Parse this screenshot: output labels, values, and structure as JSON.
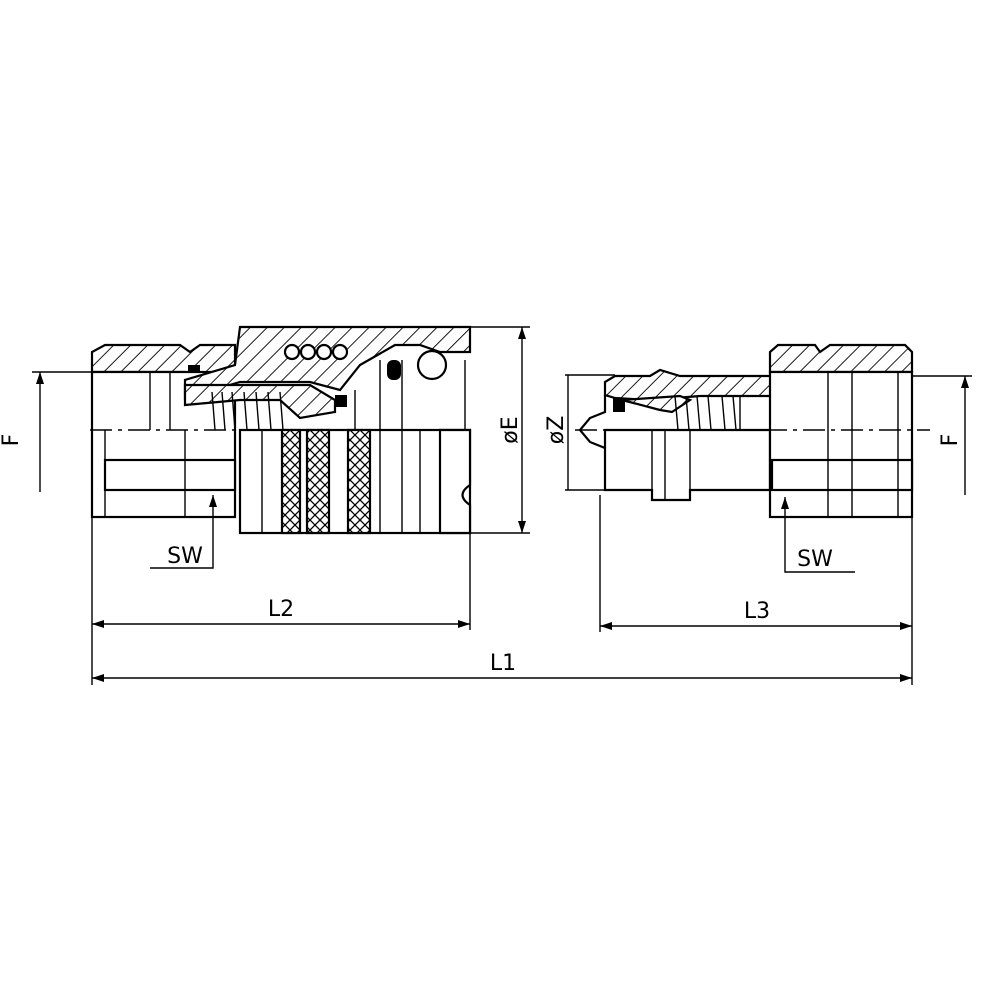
{
  "drawing": {
    "title": "Hydraulic quick coupling - coupler and plug section",
    "labels": {
      "f_left": "F",
      "sw_left": "SW",
      "l2": "L2",
      "l1": "L1",
      "dia_e": "øE",
      "dia_z": "øZ",
      "sw_right": "SW",
      "l3": "L3",
      "f_right": "F"
    },
    "colors": {
      "line": "#000000",
      "background": "#ffffff"
    }
  }
}
